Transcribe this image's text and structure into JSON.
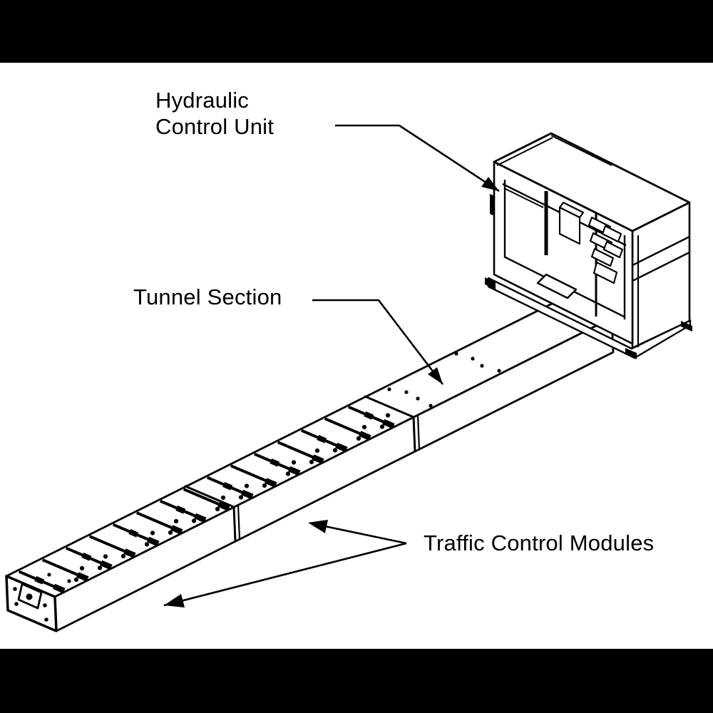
{
  "page": {
    "letterbox_color": "#000000",
    "canvas_color": "#ffffff",
    "ink_color": "#000000"
  },
  "diagram": {
    "labels": {
      "hydraulic": {
        "line1": "Hydraulic",
        "line2": "Control Unit"
      },
      "tunnel": {
        "text": "Tunnel Section"
      },
      "traffic": {
        "text": "Traffic Control Modules"
      }
    },
    "icons": {
      "leader_arrowhead": "filled-triangle"
    }
  }
}
